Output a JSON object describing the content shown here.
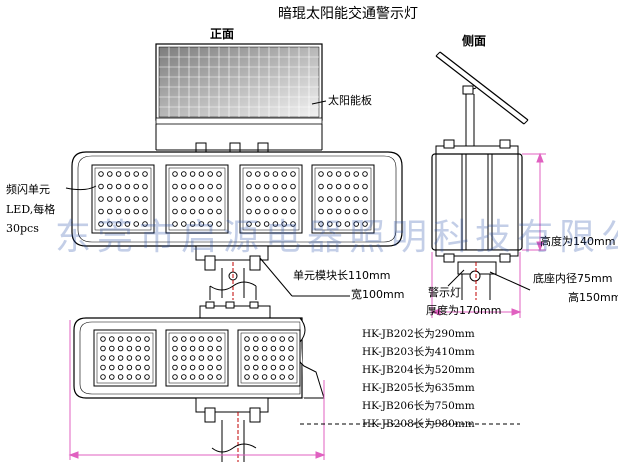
{
  "title": "暗琨太阳能交通警示灯",
  "views": {
    "front": "正面",
    "side": "侧面"
  },
  "labels": {
    "solar_panel": "太阳能板",
    "led_note_1": "频闪单元",
    "led_note_2": "LED,每格",
    "led_note_3": "30pcs",
    "module_length": "单元模块长110mm",
    "module_width": "宽100mm",
    "height": "高度为140mm",
    "base_diameter": "底座内径75mm",
    "base_height": "高150mm",
    "light_label": "警示灯",
    "thickness": "厚度为170mm"
  },
  "models": [
    "HK-JB202长为290mm",
    "HK-JB203长为410mm",
    "HK-JB204长为520mm",
    "HK-JB205长为635mm",
    "HK-JB206长为750mm",
    "HK-JB208长为980mm"
  ],
  "watermark": "东莞市启源电器照明科技有限公司",
  "colors": {
    "line": "#000000",
    "panel_dark": "#808080",
    "panel_light": "#f0f0f0",
    "dimension": "#e060c0",
    "watermark": "#2850aa"
  }
}
